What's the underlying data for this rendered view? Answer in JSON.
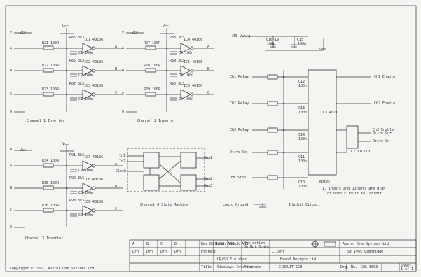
{
  "channel1": {
    "title": "Channel 1 Inverter",
    "vcc": "Vcc",
    "rails": [
      "V",
      "A",
      "B",
      "C",
      "0"
    ],
    "outputs": [
      "A",
      "B",
      "C"
    ],
    "resistors": [
      "R21 100R",
      "R22 100R",
      "R23 100R"
    ],
    "rnets": [
      "R85 3k3",
      "R86 3k3",
      "R87 3k3"
    ],
    "caps": [
      "C1 100n",
      "C2 100n",
      "C3 100n"
    ],
    "ics": [
      "IC1 40106",
      "IC2 40106",
      "IC3 40106"
    ]
  },
  "channel2": {
    "title": "Channel 2 Inverter",
    "vcc": "Vcc",
    "rails": [
      "V",
      "A",
      "B",
      "C",
      "0"
    ],
    "outputs": [
      "A",
      "B",
      "C"
    ],
    "resistors": [
      "R27 100R",
      "R28 100R",
      "R29 100R"
    ],
    "rnets": [
      "R88 3k3",
      "R89 3k3",
      "R90 3k3"
    ],
    "caps": [
      "C4 100n",
      "C5 100n",
      "C6 100n"
    ],
    "ics": [
      "IC4 40106",
      "IC5 40106",
      "IC6 40106"
    ]
  },
  "channel3": {
    "title": "Channel 3 Inverter",
    "vcc": "Vcc",
    "rails": [
      "V",
      "A",
      "B",
      "C",
      "0"
    ],
    "outputs": [
      "A",
      "B",
      "C"
    ],
    "resistors": [
      "R34 100R",
      "R35 100R",
      "R36 100R"
    ],
    "rnets": [
      "R91 3k3",
      "R92 3k3",
      "R93 3k3"
    ],
    "caps": [
      "C7 100n",
      "C8 100n",
      "C9 100n"
    ],
    "ics": [
      "IC7 40106",
      "IC8 40106",
      "IC9 40106"
    ]
  },
  "state_machine": {
    "title": "Channel 4 State Machine",
    "inputs": [
      "In1",
      "In2",
      "Clock"
    ],
    "outputs": [
      "Out1",
      "Out2",
      "Out3"
    ]
  },
  "logic_ground": "Logic Ground",
  "inhibit": {
    "title": "Inhibit Circuit",
    "supply": "+15 Vunrg",
    "supply_caps": [
      "C16-19",
      "C15"
    ],
    "supply_cap_vals": [
      "100n",
      "100n"
    ],
    "vee": "Vee",
    "inputs": [
      "Ch1 Relay",
      "Ch2 Relay",
      "Ch3 Relay",
      "Drive On",
      "Em Stop"
    ],
    "outputs": [
      "Ch1 Enable",
      "Ch2 Enable",
      "Ch3 Enable"
    ],
    "drive_outputs": [
      "Drive Cn+",
      "Drive Cn-"
    ],
    "ic_label": "IC3 4071",
    "opto_label": "IC2 TIL110",
    "caps": [
      "C12",
      "C13",
      "C14",
      "C11",
      "C10"
    ],
    "cap_vals": [
      "100n",
      "100n",
      "100n",
      "100n",
      "100n"
    ]
  },
  "notes": {
    "heading": "Notes:",
    "lines": [
      "1. Inputs and Outputs are High",
      "or open circuit to inhibit"
    ]
  },
  "title_block": {
    "rev_cells": [
      "A",
      "B",
      "C",
      "D"
    ],
    "dra_cells": [
      "Drn",
      "Drn",
      "Drn",
      "Drn"
    ],
    "rev_date": "Rev 00 1999",
    "drawn": "Drawn ANW",
    "checked": "Check ANW",
    "projection": "Projection",
    "scale": "Do Not Scale",
    "company": "Auster One Systems Ltd",
    "address": "St Ives Cambridge",
    "project_label": "Project",
    "project": "LR/SD Finisher",
    "client_label": "Client",
    "client": "Brand Designs Ltd",
    "title_label": "Title",
    "title": "Sideways Inverter",
    "filename_label": "Filename",
    "filename": "CIRCUIT SCH",
    "drg_label": "Drg. No.",
    "drg_no": "GOL 1003",
    "sheet": "Sheet",
    "sheet_no": "1 of 1"
  },
  "copyright": "Copyright © 1999, Auster One Systems Ltd"
}
